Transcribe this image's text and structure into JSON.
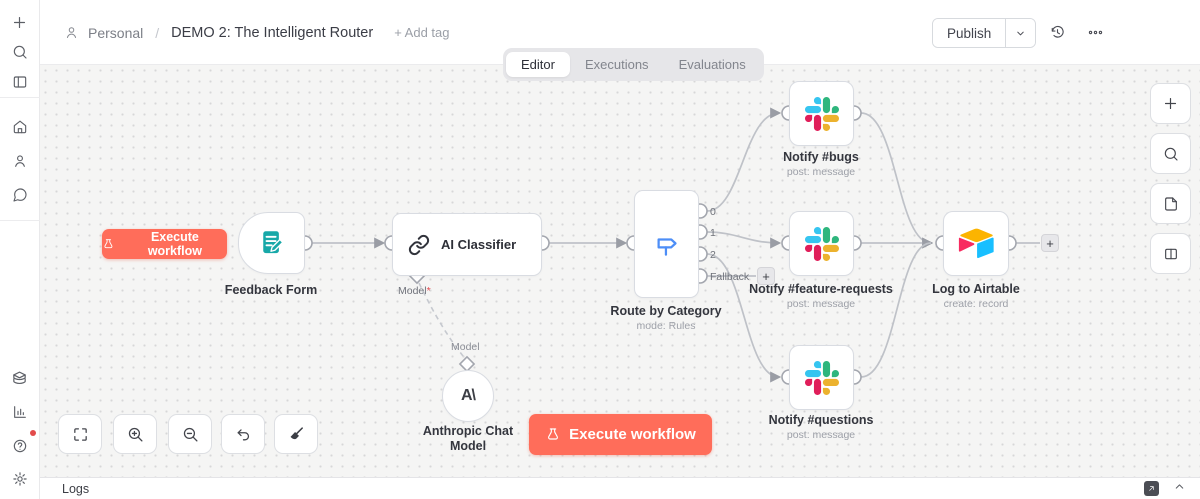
{
  "header": {
    "workspace": "Personal",
    "breadcrumb_separator": "/",
    "workflow_title": "DEMO 2: The Intelligent Router",
    "add_tag_label": "+ Add tag",
    "publish_label": "Publish"
  },
  "tabs": {
    "editor": "Editor",
    "executions": "Executions",
    "evaluations": "Evaluations"
  },
  "canvas": {
    "trigger_button_label": "Execute workflow",
    "main_execute_label": "Execute workflow",
    "plus": "+",
    "nodes": {
      "feedback_form": {
        "title": "Feedback Form"
      },
      "ai_classifier": {
        "title": "AI Classifier",
        "port_label": "Model",
        "required_mark": "*",
        "link_label": "Model"
      },
      "route": {
        "title": "Route by Category",
        "subtitle": "mode: Rules",
        "outputs": [
          "0",
          "1",
          "2",
          "Fallback"
        ]
      },
      "notify_bugs": {
        "title": "Notify #bugs",
        "subtitle": "post: message"
      },
      "notify_feature_requests": {
        "title": "Notify #feature-requests",
        "subtitle": "post: message"
      },
      "notify_questions": {
        "title": "Notify #questions",
        "subtitle": "post: message"
      },
      "log_airtable": {
        "title": "Log to Airtable",
        "subtitle": "create: record"
      },
      "anthropic": {
        "title_line1": "Anthropic Chat",
        "title_line2": "Model",
        "logo_text": "A\\",
        "link_label": "Model"
      }
    }
  },
  "logs": {
    "title": "Logs"
  },
  "colors": {
    "accent": "#ff6d5a",
    "router_blue": "#4d8ef7",
    "form_teal": "#17a8a8",
    "slack": [
      "#36C5F0",
      "#2EB67D",
      "#ECB22E",
      "#E01E5A"
    ],
    "airtable": [
      "#FCB400",
      "#18BFFF",
      "#F82B60"
    ]
  }
}
